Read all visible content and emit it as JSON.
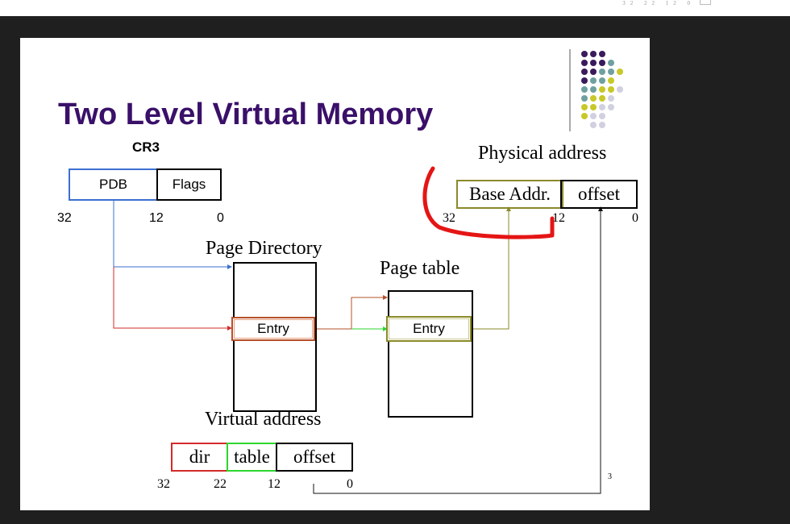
{
  "slide": {
    "title": "Two Level Virtual Memory",
    "page_number": "3"
  },
  "topbar": {
    "numbers": "32 22 12 0"
  },
  "cr3": {
    "label": "CR3",
    "pdb": "PDB",
    "flags": "Flags",
    "bit_32": "32",
    "bit_12": "12",
    "bit_0": "0"
  },
  "physical": {
    "label": "Physical address",
    "base": "Base Addr.",
    "offset": "offset",
    "bit_32": "32",
    "bit_12": "12",
    "bit_0": "0"
  },
  "page_directory": {
    "label": "Page Directory",
    "entry": "Entry"
  },
  "page_table": {
    "label": "Page table",
    "entry": "Entry"
  },
  "virtual": {
    "label": "Virtual address",
    "dir": "dir",
    "table": "table",
    "offset": "offset",
    "bit_32": "32",
    "bit_22": "22",
    "bit_12": "12",
    "bit_0": "0"
  },
  "colors": {
    "title": "#3a1069",
    "pdb_border": "#3c6fd0",
    "dir_red": "#d42a2a",
    "table_green": "#2dd62d",
    "olive": "#8b8a2a",
    "pd_entry": "#b5502a",
    "annotation_red": "#e51515",
    "dot_purple": "#3a1a5c",
    "dot_teal": "#6fa0a0",
    "dot_yellow": "#c8c828",
    "dot_lavender": "#d0d0e0"
  }
}
